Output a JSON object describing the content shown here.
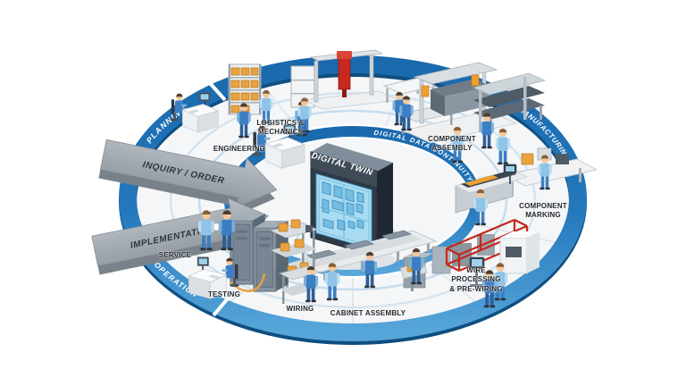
{
  "diagram": {
    "center_label": "DIGITAL TWIN",
    "ring_label": "DIGITAL DATA CONTINUITY",
    "phases": {
      "planning": "PLANNING",
      "manufacturing": "MANUFACTURING",
      "operation": "OPERATION"
    },
    "arrows": {
      "inquiry": "INQUIRY / ORDER",
      "implementation": "IMPLEMENTATION"
    },
    "stations": {
      "engineering": "ENGINEERING",
      "logistics": "LOGISTICS &\nMECHANICS",
      "component_assembly": "COMPONENT\nASSEMBLY",
      "component_marking": "COMPONENT\nMARKING",
      "wire_processing": "WIRE\nPROCESSING\n& PRE-WIRING",
      "cabinet_assembly": "CABINET ASSEMBLY",
      "wiring": "WIRING",
      "testing": "TESTING",
      "service": "SERVICE"
    },
    "colors": {
      "ring_blue": "#1a69ad",
      "ring_blue_light": "#57a6da",
      "ripple_blue": "#c6dcee",
      "arrow_gray": "#9aa1a8",
      "label_text": "#23272c",
      "machine_orange": "#e9a23d",
      "robot_red": "#c9281e",
      "panel_cyan": "#a9dcf2",
      "worker_blue": "#3d7ec2"
    }
  }
}
